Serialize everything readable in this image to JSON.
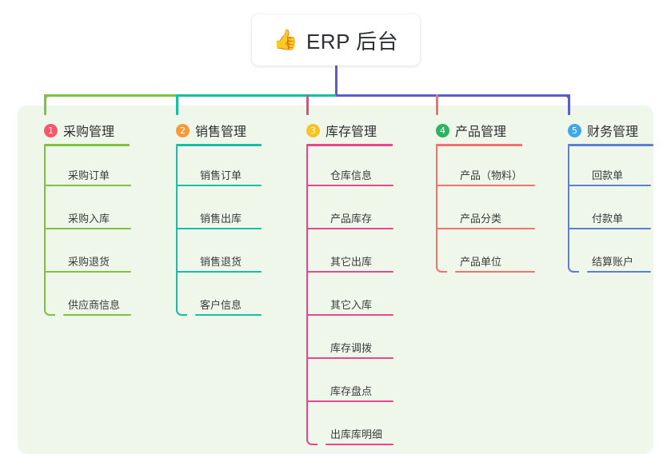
{
  "root": {
    "icon": "thumbs-up-emoji",
    "emoji": "👍",
    "title": "ERP 后台"
  },
  "colors": {
    "panel_bg": "#eef7e9",
    "page_bg": "#ffffff",
    "text": "#2e3033",
    "trunk": "#5a5fc7",
    "columns": [
      "#7fc242",
      "#17bfa5",
      "#e8468f",
      "#f4726e",
      "#5a7fd4"
    ],
    "badges": [
      "#f8566a",
      "#f79a3a",
      "#f7c325",
      "#2bb563",
      "#3fa9e8"
    ]
  },
  "columns": [
    {
      "index": "1",
      "title": "采购管理",
      "badge_color": "#f8566a",
      "line_color": "#7fc242",
      "items": [
        {
          "label": "采购订单"
        },
        {
          "label": "采购入库"
        },
        {
          "label": "采购退货"
        },
        {
          "label": "供应商信息"
        }
      ]
    },
    {
      "index": "2",
      "title": "销售管理",
      "badge_color": "#f79a3a",
      "line_color": "#17bfa5",
      "items": [
        {
          "label": "销售订单"
        },
        {
          "label": "销售出库"
        },
        {
          "label": "销售退货"
        },
        {
          "label": "客户信息"
        }
      ]
    },
    {
      "index": "3",
      "title": "库存管理",
      "badge_color": "#f7c325",
      "line_color": "#e8468f",
      "items": [
        {
          "label": "仓库信息"
        },
        {
          "label": "产品库存"
        },
        {
          "label": "其它出库"
        },
        {
          "label": "其它入库"
        },
        {
          "label": "库存调拨"
        },
        {
          "label": "库存盘点"
        },
        {
          "label": "出库库明细"
        }
      ]
    },
    {
      "index": "4",
      "title": "产品管理",
      "badge_color": "#2bb563",
      "line_color": "#f4726e",
      "items": [
        {
          "label": "产品（物料）"
        },
        {
          "label": "产品分类"
        },
        {
          "label": "产品单位"
        }
      ]
    },
    {
      "index": "5",
      "title": "财务管理",
      "badge_color": "#3fa9e8",
      "line_color": "#5a7fd4",
      "items": [
        {
          "label": "回款单"
        },
        {
          "label": "付款单"
        },
        {
          "label": "结算账户"
        }
      ]
    }
  ]
}
